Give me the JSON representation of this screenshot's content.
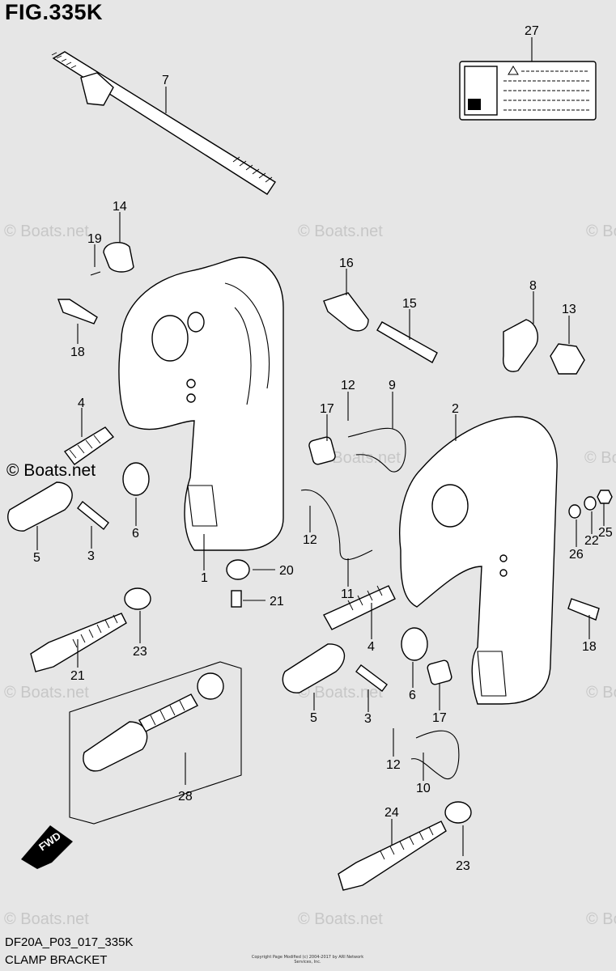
{
  "figure": {
    "title": "FIG.335K",
    "diagram_code": "DF20A_P03_017_335K",
    "diagram_name": "CLAMP BRACKET",
    "copyright": "Copyright Page Modified (c) 2004-2017 by ARI Network Services, Inc."
  },
  "watermark": "© Boats.net",
  "fwd_label": "FWD",
  "callouts": [
    {
      "id": "c27",
      "text": "27"
    },
    {
      "id": "c7",
      "text": "7"
    },
    {
      "id": "c14",
      "text": "14"
    },
    {
      "id": "c19",
      "text": "19"
    },
    {
      "id": "c18a",
      "text": "18"
    },
    {
      "id": "c16",
      "text": "16"
    },
    {
      "id": "c15",
      "text": "15"
    },
    {
      "id": "c8",
      "text": "8"
    },
    {
      "id": "c13",
      "text": "13"
    },
    {
      "id": "c4a",
      "text": "4"
    },
    {
      "id": "c12a",
      "text": "12"
    },
    {
      "id": "c9",
      "text": "9"
    },
    {
      "id": "c17a",
      "text": "17"
    },
    {
      "id": "c2",
      "text": "2"
    },
    {
      "id": "c6a",
      "text": "6"
    },
    {
      "id": "c5a",
      "text": "5"
    },
    {
      "id": "c3a",
      "text": "3"
    },
    {
      "id": "c12b",
      "text": "12"
    },
    {
      "id": "c1",
      "text": "1"
    },
    {
      "id": "c20",
      "text": "20"
    },
    {
      "id": "c21a",
      "text": "21"
    },
    {
      "id": "c11",
      "text": "11"
    },
    {
      "id": "c23a",
      "text": "23"
    },
    {
      "id": "c21b",
      "text": "21"
    },
    {
      "id": "c26",
      "text": "26"
    },
    {
      "id": "c22",
      "text": "22"
    },
    {
      "id": "c25",
      "text": "25"
    },
    {
      "id": "c18b",
      "text": "18"
    },
    {
      "id": "c4b",
      "text": "4"
    },
    {
      "id": "c6b",
      "text": "6"
    },
    {
      "id": "c5b",
      "text": "5"
    },
    {
      "id": "c3b",
      "text": "3"
    },
    {
      "id": "c17b",
      "text": "17"
    },
    {
      "id": "c12c",
      "text": "12"
    },
    {
      "id": "c10",
      "text": "10"
    },
    {
      "id": "c28",
      "text": "28"
    },
    {
      "id": "c24",
      "text": "24"
    },
    {
      "id": "c23b",
      "text": "23"
    }
  ]
}
